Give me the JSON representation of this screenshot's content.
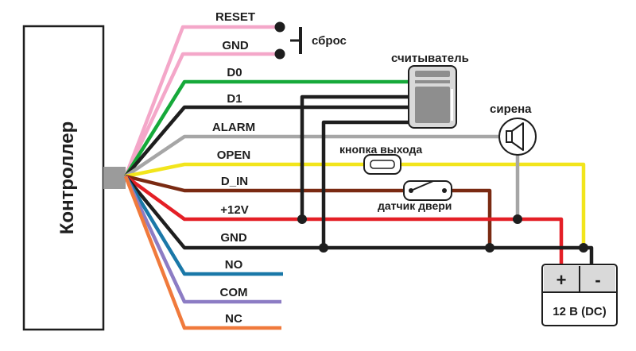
{
  "controller": {
    "label": "Контроллер"
  },
  "wires": [
    {
      "label": "RESET",
      "color": "#f4a7c9"
    },
    {
      "label": "GND",
      "color": "#f4a7c9"
    },
    {
      "label": "D0",
      "color": "#16a93a"
    },
    {
      "label": "D1",
      "color": "#1e1e1e"
    },
    {
      "label": "ALARM",
      "color": "#a6a6a6"
    },
    {
      "label": "OPEN",
      "color": "#f2e51c"
    },
    {
      "label": "D_IN",
      "color": "#7a2a12"
    },
    {
      "label": "+12V",
      "color": "#e41f26"
    },
    {
      "label": "GND",
      "color": "#1e1e1e"
    },
    {
      "label": "NO",
      "color": "#1a78a8"
    },
    {
      "label": "COM",
      "color": "#8c7cc4"
    },
    {
      "label": "NC",
      "color": "#f07a3c"
    }
  ],
  "components": {
    "reset_button": "сброс",
    "reader": "считыватель",
    "siren": "сирена",
    "exit_button": "кнопка выхода",
    "door_sensor": "датчик двери",
    "power_supply": {
      "plus": "+",
      "minus": "-",
      "label": "12 В (DC)"
    }
  }
}
